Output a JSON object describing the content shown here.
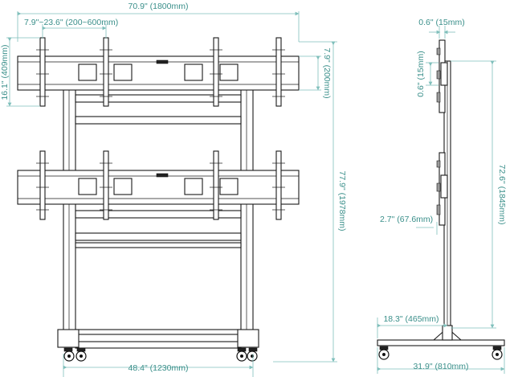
{
  "front_view": {
    "total_width": "70.9\" (1800mm)",
    "vesa_range": "7.9\"~23.6\" (200~600mm)",
    "mount_height": "16.1\" (409mm)",
    "vesa_height": "7.9\" (200mm)",
    "total_height": "77.9\" (1978mm)",
    "base_width": "48.4\" (1230mm)"
  },
  "side_view": {
    "top_offset": "0.6\" (15mm)",
    "mount_depth": "0.6\" (15mm)",
    "upright_offset": "2.7\" (67.6mm)",
    "upright_height": "72.6\" (1845mm)",
    "base_half_depth": "18.3\" (465mm)",
    "base_depth": "31.9\" (810mm)"
  },
  "colors": {
    "dimension": "#3a8f8a",
    "dimension_line": "#7fbfbb",
    "line": "#1a1a1a"
  }
}
